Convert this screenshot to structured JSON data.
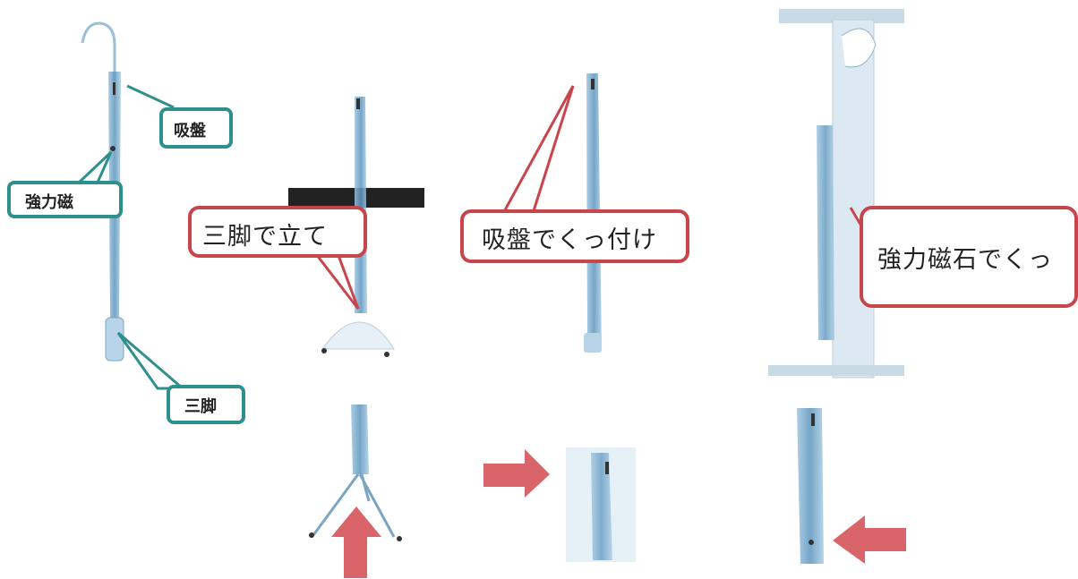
{
  "callouts": {
    "suction_label": "吸盤",
    "magnet_label": "強力磁",
    "tripod_label": "三脚",
    "stand_tripod": "三脚で立て",
    "attach_suction": "吸盤でくっ付け",
    "attach_magnet": "強力磁石でくっ"
  },
  "colors": {
    "teal_border": "#2f8f8c",
    "red_border": "#c8454c",
    "arrow": "#d9646a",
    "umbrella": "#7fb0d0",
    "board": "#222222"
  },
  "icons": [
    "umbrella-illustration",
    "red-arrow-up",
    "red-arrow-right",
    "red-arrow-left"
  ]
}
